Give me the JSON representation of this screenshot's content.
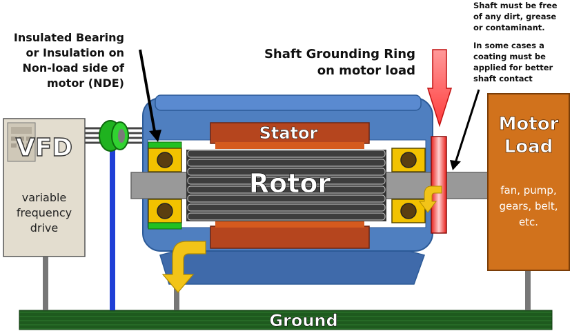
{
  "labels": {
    "insulated_bearing": [
      "Insulated Bearing",
      "or Insulation on",
      "Non-load side of",
      "motor (NDE)"
    ],
    "shaft_ring": [
      "Shaft Grounding Ring",
      "on motor load"
    ],
    "shaft_note_1": [
      "Shaft must be free",
      "of any dirt, grease",
      "or contaminant."
    ],
    "shaft_note_2": [
      "In some cases a",
      "coating must be",
      "applied for better",
      "shaft contact"
    ],
    "vfd_title": "VFD",
    "vfd_desc": [
      "variable",
      "frequency",
      "drive"
    ],
    "stator": "Stator",
    "rotor": "Rotor",
    "motor_load_title": [
      "Motor",
      "Load"
    ],
    "motor_load_desc": [
      "fan, pump,",
      "gears, belt,",
      "etc."
    ],
    "ground": "Ground"
  },
  "colors": {
    "motor_body": "#4f7fc0",
    "motor_edge": "#2c5a97",
    "stator": "#b5451e",
    "rotor": "#333333",
    "shaft": "#999999",
    "bearing": "#f2c200",
    "insulation": "#22c022",
    "ring": "#e8201c",
    "load": "#d1721c",
    "vfd": "#e3ddcf",
    "ground": "#1e5a1e",
    "ground_wire": "#1f3fd6",
    "current_arrow": "#f2c418"
  }
}
